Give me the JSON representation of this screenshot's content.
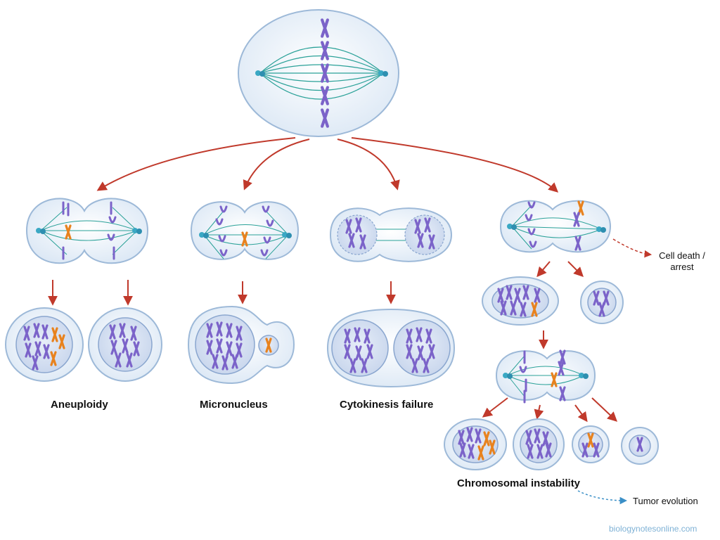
{
  "labels": {
    "aneuploidy": "Aneuploidy",
    "micronucleus": "Micronucleus",
    "cytokinesis_failure": "Cytokinesis failure",
    "chromosomal_instability": "Chromosomal instability",
    "cell_death_line1": "Cell death /",
    "cell_death_line2": "arrest",
    "tumor_evolution": "Tumor evolution"
  },
  "watermark": "biologynotesonline.com",
  "colors": {
    "arrow": "#c0392b",
    "dashed_arrow_blue": "#3a8fc7",
    "cell_fill": "#eef4fb",
    "cell_stroke": "#9db9d8",
    "nucleus_fill": "#d6e1f2",
    "chromosome": "#7b63c9",
    "chromosome_abnormal": "#e8821e",
    "spindle": "#2aa198",
    "centrosome": "#3aa8c4"
  }
}
